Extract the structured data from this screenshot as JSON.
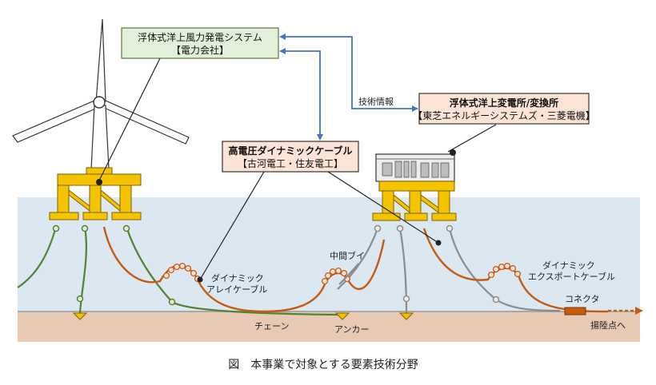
{
  "boxes": {
    "wind": {
      "line1": "浮体式洋上風力発電システム",
      "line2": "【電力会社】",
      "fill": "#e2efd9",
      "stroke": "#5a7a3a"
    },
    "substation": {
      "line1": "浮体式洋上変電所/変換所",
      "line2": "【東芝エネルギーシステムズ・三菱電機】",
      "fill": "#fbe4d5",
      "stroke": "#333333"
    },
    "cable": {
      "line1": "高電圧ダイナミックケーブル",
      "line2": "【古河電工・住友電工】",
      "fill": "#fbe4d5",
      "stroke": "#333333"
    }
  },
  "labels": {
    "tech_info": "技術情報",
    "mid_buoy": "中間ブイ",
    "array_cable_1": "ダイナミック",
    "array_cable_2": "アレイケーブル",
    "export_cable_1": "ダイナミック",
    "export_cable_2": "エクスポートケーブル",
    "connector": "コネクタ",
    "chain": "チェーン",
    "anchor": "アンカー",
    "landing": "揚陸点へ"
  },
  "caption": "図　本事業で対象とする要素技術分野",
  "colors": {
    "sea": "#dbe7f1",
    "seabed": "#e8c9b4",
    "seabed_line": "#a8a8a8",
    "cable": "#c55a11",
    "green_line": "#548235",
    "gray_line": "#8c8c8c",
    "float_yellow": "#f5c400",
    "arrow_blue": "#4472c4"
  }
}
